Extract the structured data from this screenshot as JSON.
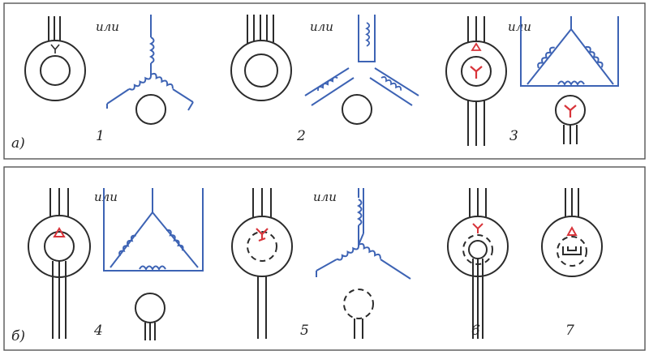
{
  "panels": [
    {
      "id": "a",
      "label": "а)"
    },
    {
      "id": "b",
      "label": "б)"
    }
  ],
  "figures": [
    {
      "number": "1",
      "alt_word": "или"
    },
    {
      "number": "2",
      "alt_word": "или"
    },
    {
      "number": "3",
      "alt_word": "или"
    },
    {
      "number": "4",
      "alt_word": "или"
    },
    {
      "number": "5",
      "alt_word": "или"
    },
    {
      "number": "6"
    },
    {
      "number": "7"
    }
  ],
  "colors": {
    "line": "#2b2b2b",
    "winding": "#3d63b4",
    "symbol": "#d8343a",
    "frame": "#555555"
  }
}
